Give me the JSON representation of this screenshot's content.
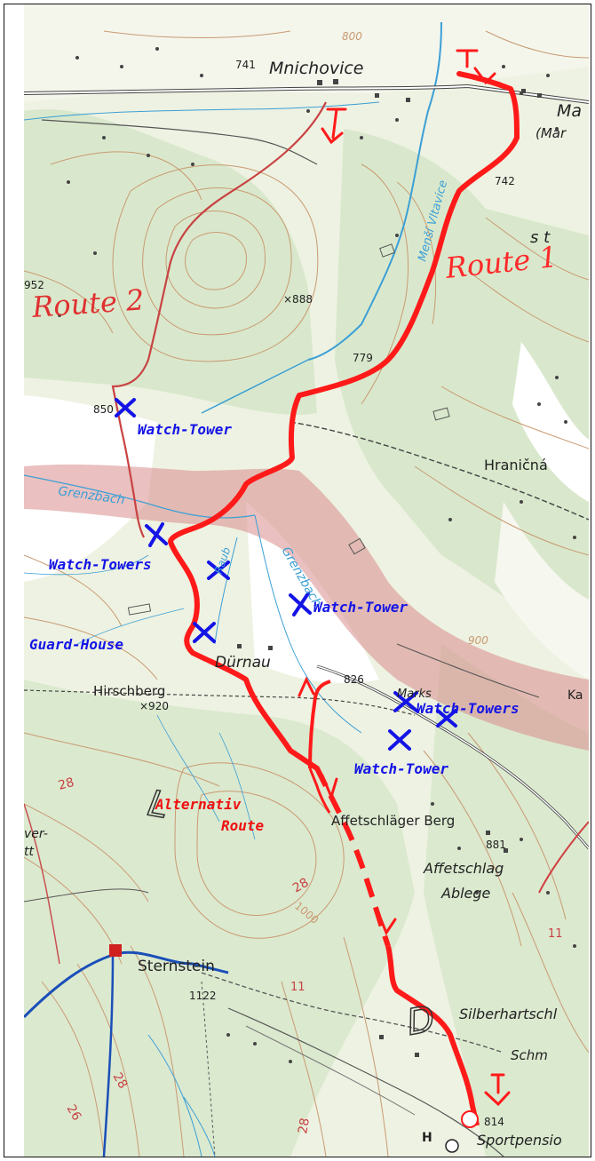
{
  "map": {
    "places": {
      "mnichovice": "Mnichovice",
      "mar_top": "Ma",
      "mar_paren": "(Mar",
      "hranicna": "Hraničná",
      "hirschberg": "Hirschberg",
      "durnau": "Dürnau",
      "marks": "Marks",
      "affetschlaeger_berg": "Affetschläger Berg",
      "affetschlag": "Affetschlag",
      "ablege": "Ablege",
      "sternstein": "Sternstein",
      "silberhartschl": "Silberhartschl",
      "schm": "Schm",
      "sportpension": "Sportpensio",
      "ka": "Ka",
      "ver": "ver-",
      "tt": "tt",
      "st": "s t",
      "grenzbach_1": "Grenzbach",
      "grenzbach_2": "Grenzbach",
      "mensi_vltavice": "Menší Vltavice",
      "raub": "Raub"
    },
    "elevations": {
      "e741": "741",
      "e742": "742",
      "e800": "800",
      "e952": "952",
      "e888": "×888",
      "e779": "779",
      "e850": "850",
      "e900": "900",
      "e826": "826",
      "e920": "×920",
      "e881": "881",
      "e1122": "1122",
      "e1000": "1000",
      "e814": "814",
      "e28a": "28",
      "e28b": "28",
      "e28c": "28",
      "e26": "26",
      "e28d": "28",
      "e11a": "11",
      "e11b": "11"
    },
    "annotations": {
      "route1": "Route 1",
      "route2": "Route 2",
      "alternativ_1": "Alternativ",
      "alternativ_2": "Route",
      "watch_tower_1": "Watch-Tower",
      "watch_towers_1": "Watch-Towers",
      "watch_tower_2": "Watch-Tower",
      "guard_house": "Guard-House",
      "watch_towers_2": "Watch-Towers",
      "watch_tower_3": "Watch-Tower"
    },
    "letters": {
      "d": "D",
      "l": "L",
      "h": "H"
    },
    "colors": {
      "background": "#eef2e2",
      "forest": "#d9e8cc",
      "clearing": "#ffffff",
      "contour": "#c99a72",
      "water": "#3b9fd6",
      "road": "#444444",
      "route": "#ff1a1a",
      "route2": "#c84343",
      "border_band": "#d98c8c",
      "marker": "#1414e6",
      "label_black": "#222222",
      "alt_label": "#ee1111"
    }
  }
}
